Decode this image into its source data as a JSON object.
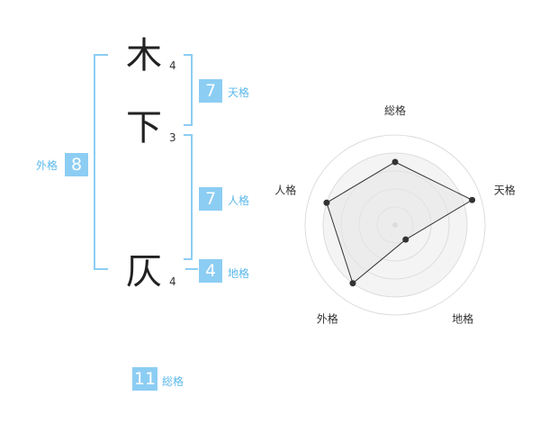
{
  "name": {
    "chars": [
      {
        "char": "木",
        "strokes": "4"
      },
      {
        "char": "下",
        "strokes": "3"
      },
      {
        "char": "仄",
        "strokes": "4"
      }
    ]
  },
  "kaku": {
    "tenkaku": {
      "value": "7",
      "label": "天格"
    },
    "jinkaku": {
      "value": "7",
      "label": "人格"
    },
    "chikaku": {
      "value": "4",
      "label": "地格"
    },
    "gaikaku": {
      "value": "8",
      "label": "外格"
    },
    "soukaku": {
      "value": "11",
      "label": "総格"
    }
  },
  "radar": {
    "axes": [
      "総格",
      "天格",
      "地格",
      "外格",
      "人格"
    ],
    "levels": 5,
    "values": [
      0.7,
      0.9,
      0.2,
      0.8,
      0.8
    ],
    "colors": {
      "fill": "#efefef",
      "rings": "#dddddd",
      "polygon": "#333333",
      "center": "#cccccc"
    }
  },
  "colors": {
    "accent": "#8ccdf3",
    "accent_text": "#5bb8ec"
  }
}
